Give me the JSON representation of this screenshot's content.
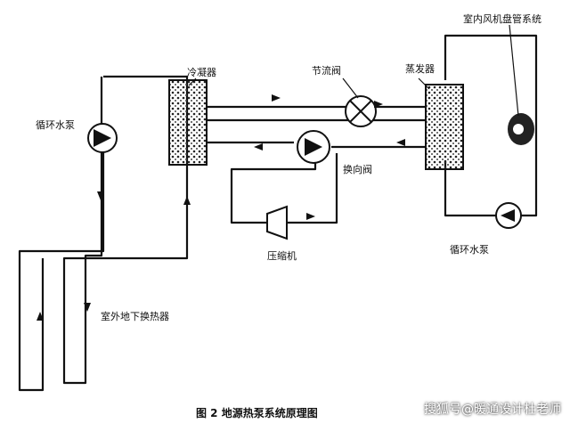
{
  "labels": {
    "fan_coil_system": "室内风机盘管系统",
    "condenser": "冷凝器",
    "throttle_valve": "节流阀",
    "evaporator": "蒸发器",
    "circulating_pump_left": "循环水泵",
    "reversing_valve": "换向阀",
    "compressor": "压缩机",
    "circulating_pump_right": "循环水泵",
    "outdoor_heat_exchanger": "室外地下换热器"
  },
  "caption": "图 2   地源热泵系统原理图",
  "watermark": "搜狐号@暖通设计杜老师",
  "colors": {
    "line": "#111111",
    "background": "#ffffff",
    "exchanger_fill": "#d9d9d9"
  }
}
